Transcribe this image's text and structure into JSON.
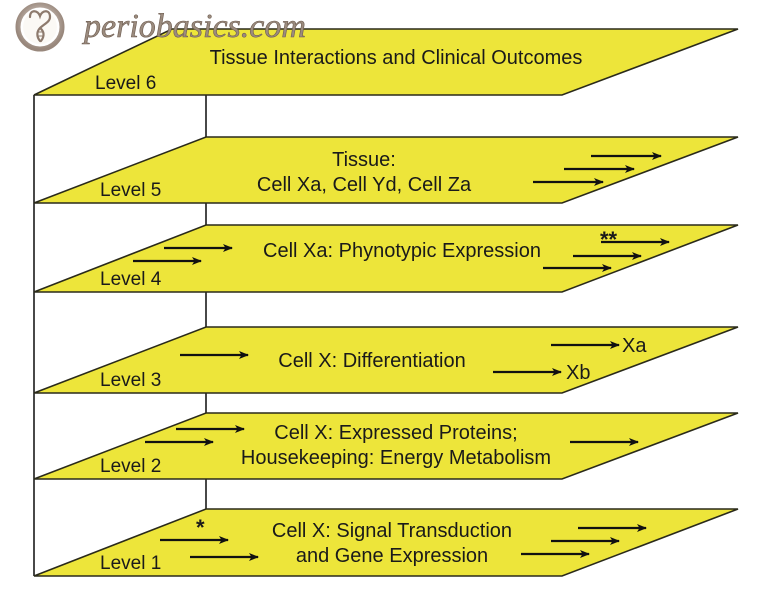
{
  "logo": {
    "text": "periobasics.com",
    "icon": "tooth-dna-logo-icon",
    "color": "#9b8b7e"
  },
  "colors": {
    "plane_fill": "#ede53a",
    "outline": "#2a2a1a",
    "text": "#1a1a1a",
    "background": "#ffffff"
  },
  "levels": [
    {
      "level": "Level 6",
      "lines": [
        "Tissue Interactions and Clinical Outcomes"
      ],
      "markers": []
    },
    {
      "level": "Level 5",
      "lines": [
        "Tissue:",
        "Cell Xa, Cell Yd, Cell Za"
      ],
      "markers": []
    },
    {
      "level": "Level 4",
      "lines": [
        "Cell Xa: Phynotypic Expression"
      ],
      "markers": [
        "**"
      ]
    },
    {
      "level": "Level 3",
      "lines": [
        "Cell X: Differentiation"
      ],
      "markers": [],
      "branches": [
        "Xa",
        "Xb"
      ]
    },
    {
      "level": "Level 2",
      "lines": [
        "Cell X: Expressed Proteins;",
        "Housekeeping: Energy Metabolism"
      ],
      "markers": []
    },
    {
      "level": "Level 1",
      "lines": [
        "Cell X: Signal Transduction",
        "and Gene Expression"
      ],
      "markers": [
        "*"
      ]
    }
  ]
}
